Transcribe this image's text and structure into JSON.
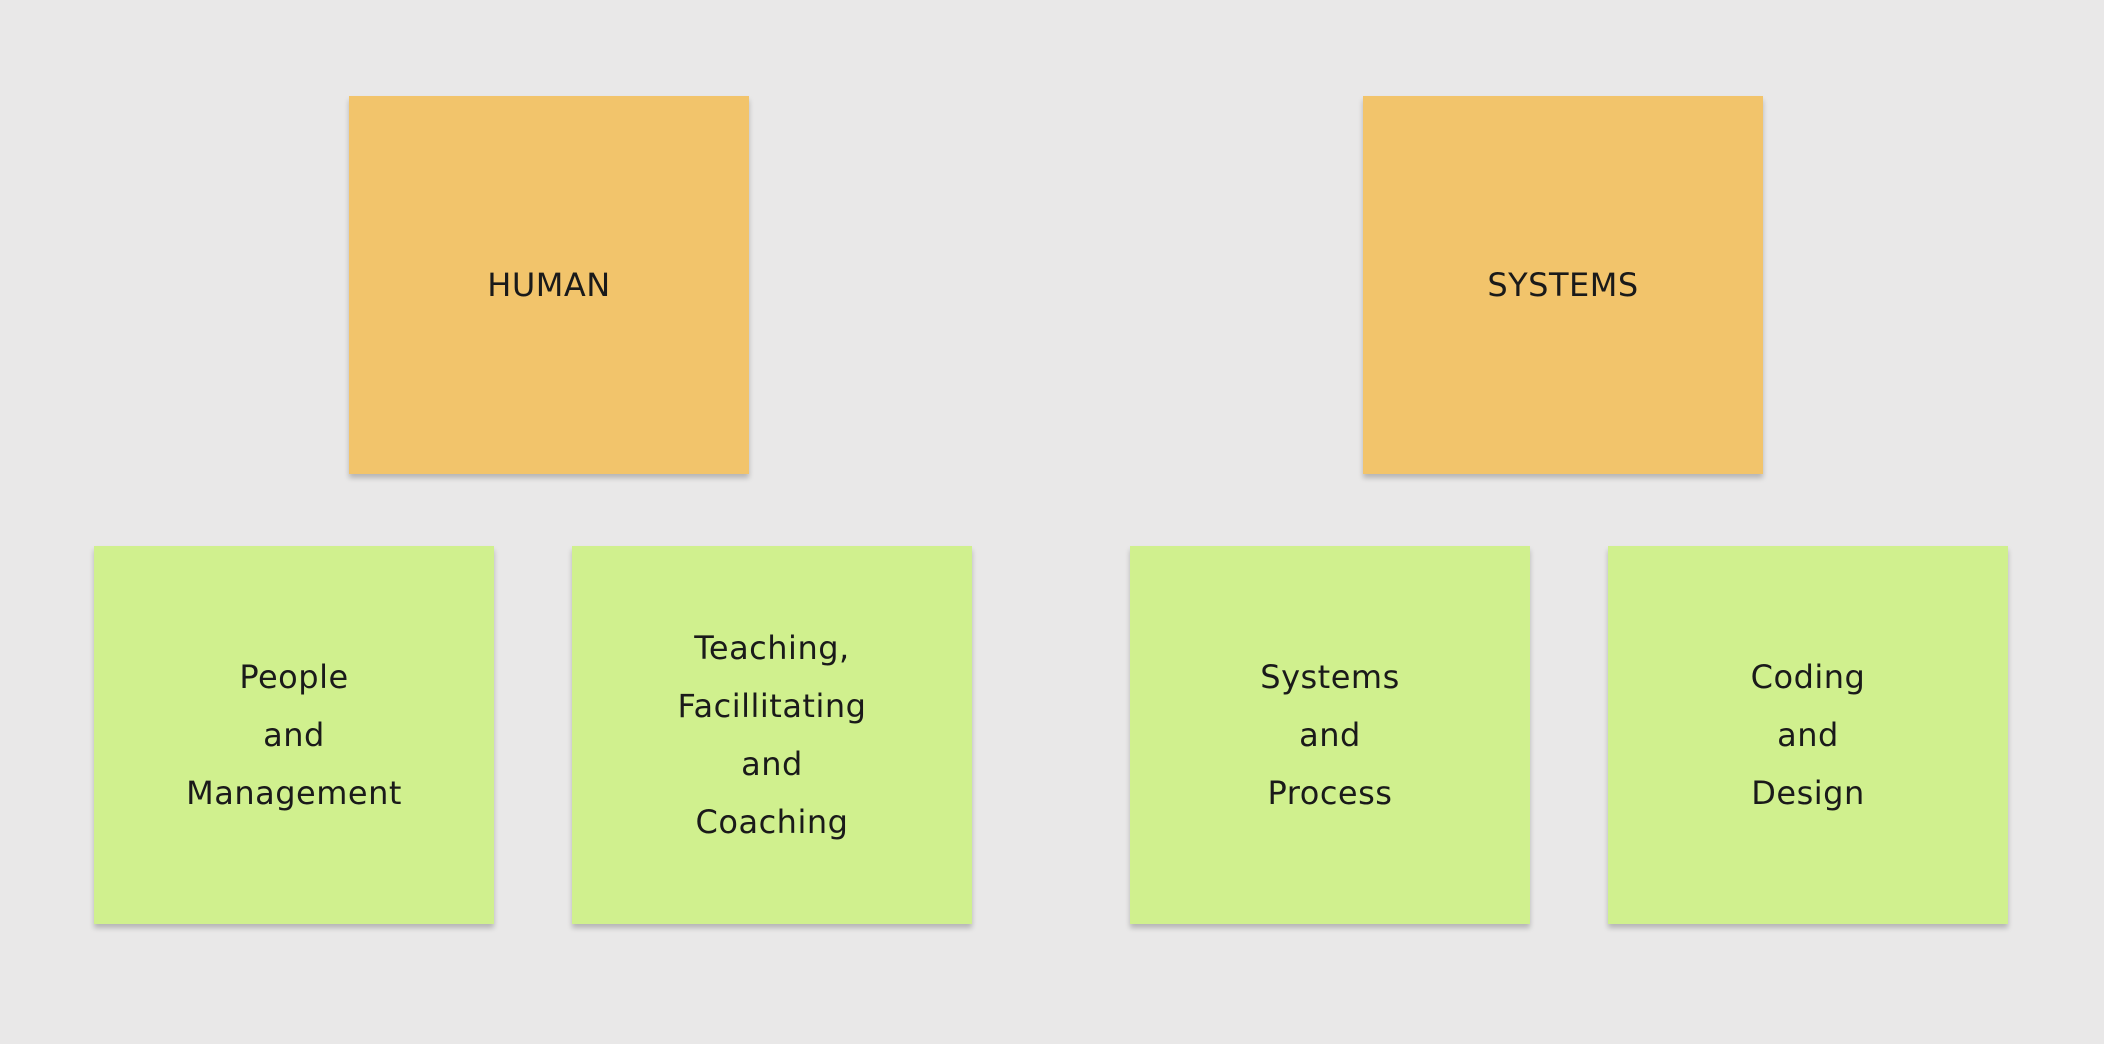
{
  "board": {
    "categories": [
      {
        "label": "HUMAN",
        "color": "#f2c46b"
      },
      {
        "label": "SYSTEMS",
        "color": "#f2c46b"
      }
    ],
    "subnotes": [
      {
        "label": "People\nand\nManagement",
        "color": "#d0f08e"
      },
      {
        "label": "Teaching,\nFacillitating\nand\nCoaching",
        "color": "#d0f08e"
      },
      {
        "label": "Systems\nand\nProcess",
        "color": "#d0f08e"
      },
      {
        "label": "Coding\nand\nDesign",
        "color": "#d0f08e"
      }
    ]
  }
}
